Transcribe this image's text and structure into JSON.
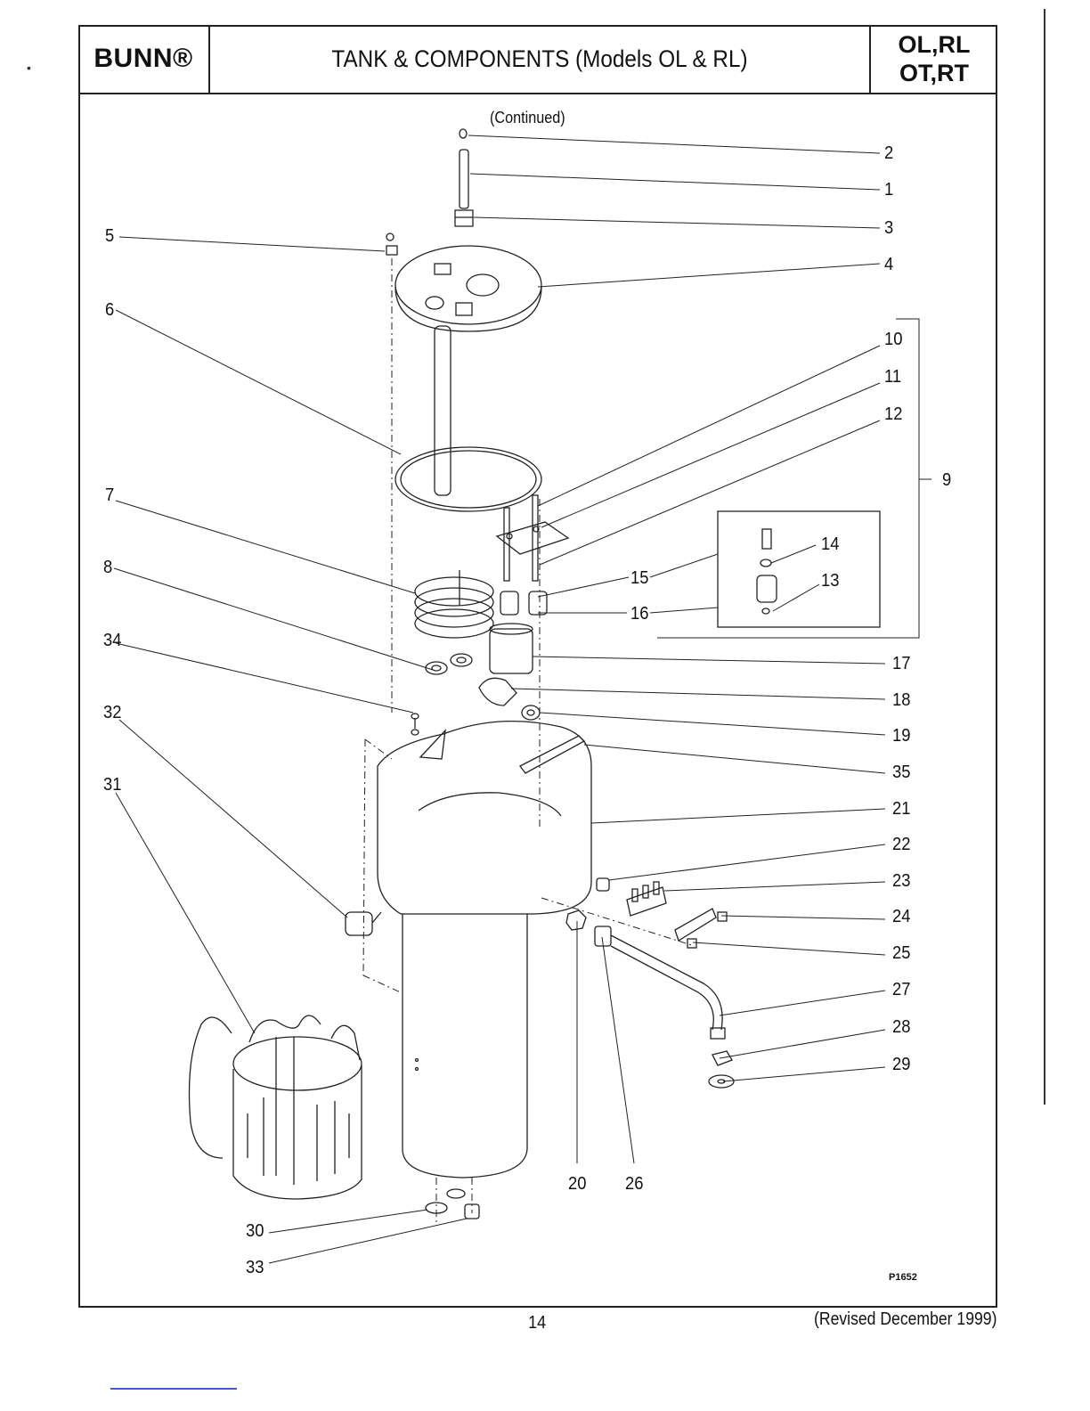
{
  "header": {
    "brand": "BUNN®",
    "title": "TANK & COMPONENTS (Models OL & RL)",
    "models_line1": "OL,RL",
    "models_line2": "OT,RT"
  },
  "subtitle": "(Continued)",
  "callouts": [
    {
      "id": "2",
      "label": "2"
    },
    {
      "id": "1",
      "label": "1"
    },
    {
      "id": "3",
      "label": "3"
    },
    {
      "id": "5",
      "label": "5"
    },
    {
      "id": "4",
      "label": "4"
    },
    {
      "id": "6",
      "label": "6"
    },
    {
      "id": "10",
      "label": "10"
    },
    {
      "id": "11",
      "label": "11"
    },
    {
      "id": "12",
      "label": "12"
    },
    {
      "id": "9",
      "label": "9"
    },
    {
      "id": "7",
      "label": "7"
    },
    {
      "id": "14",
      "label": "14"
    },
    {
      "id": "8",
      "label": "8"
    },
    {
      "id": "15",
      "label": "15"
    },
    {
      "id": "13",
      "label": "13"
    },
    {
      "id": "16",
      "label": "16"
    },
    {
      "id": "34",
      "label": "34"
    },
    {
      "id": "17",
      "label": "17"
    },
    {
      "id": "18",
      "label": "18"
    },
    {
      "id": "32",
      "label": "32"
    },
    {
      "id": "19",
      "label": "19"
    },
    {
      "id": "35",
      "label": "35"
    },
    {
      "id": "31",
      "label": "31"
    },
    {
      "id": "21",
      "label": "21"
    },
    {
      "id": "22",
      "label": "22"
    },
    {
      "id": "23",
      "label": "23"
    },
    {
      "id": "24",
      "label": "24"
    },
    {
      "id": "25",
      "label": "25"
    },
    {
      "id": "27",
      "label": "27"
    },
    {
      "id": "28",
      "label": "28"
    },
    {
      "id": "29",
      "label": "29"
    },
    {
      "id": "20",
      "label": "20"
    },
    {
      "id": "26",
      "label": "26"
    },
    {
      "id": "30",
      "label": "30"
    },
    {
      "id": "33",
      "label": "33"
    }
  ],
  "figure_ref": "P1652",
  "footer": {
    "page_number": "14",
    "revised": "(Revised December 1999)"
  }
}
